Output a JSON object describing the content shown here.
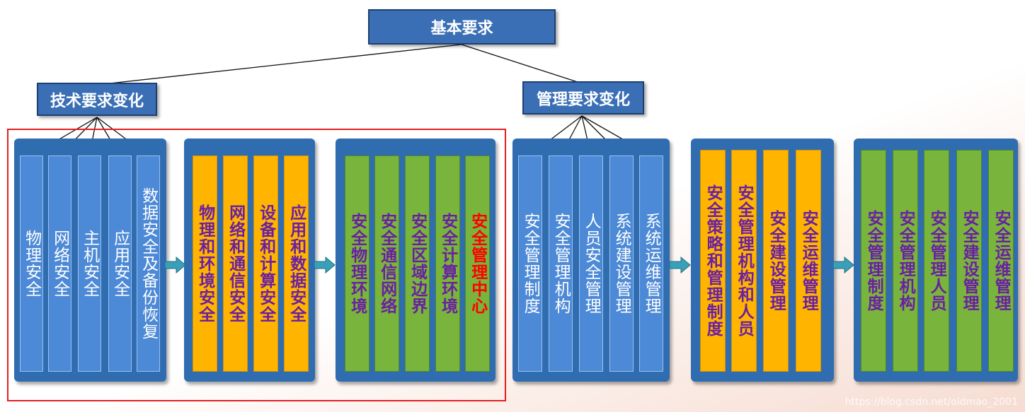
{
  "root": {
    "label": "基本要求"
  },
  "branches": {
    "tech": {
      "label": "技术要求变化"
    },
    "mgmt": {
      "label": "管理要求变化"
    }
  },
  "groups": [
    {
      "id": "g1",
      "style": "blue",
      "items": [
        "物理安全",
        "网络安全",
        "主机安全",
        "应用安全",
        "数据安全及备份恢复"
      ]
    },
    {
      "id": "g2",
      "style": "orange",
      "items": [
        "物理和环境安全",
        "网络和通信安全",
        "设备和计算安全",
        "应用和数据安全"
      ]
    },
    {
      "id": "g3",
      "style": "green",
      "items": [
        "安全物理环境",
        "安全通信网络",
        "安全区域边界",
        "安全计算环境",
        "安全管理中心"
      ]
    },
    {
      "id": "g4",
      "style": "blue",
      "items": [
        "安全管理制度",
        "安全管理机构",
        "人员安全管理",
        "系统建设管理",
        "系统运维管理"
      ]
    },
    {
      "id": "g5",
      "style": "orange",
      "items": [
        "安全策略和管理制度",
        "安全管理机构和人员",
        "安全建设管理",
        "安全运维管理"
      ]
    },
    {
      "id": "g6",
      "style": "green",
      "items": [
        "安全管理制度",
        "安全管理机构",
        "安全管理人员",
        "安全建设管理",
        "安全运维管理"
      ]
    }
  ],
  "colors": {
    "highlight_text": "#ff0000",
    "frame": "#e02020"
  },
  "watermark": "https://blog.csdn.net/oldmao_2001"
}
